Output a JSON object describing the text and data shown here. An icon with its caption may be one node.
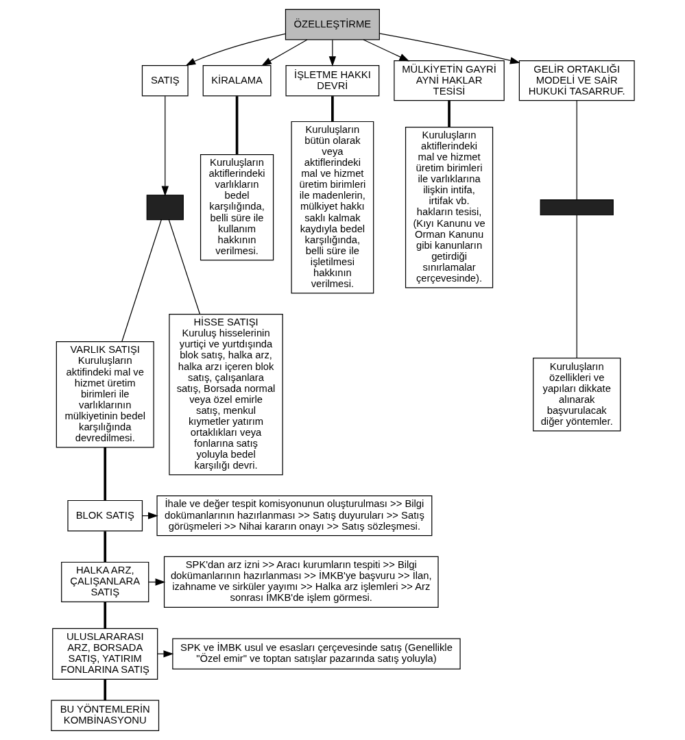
{
  "diagram": {
    "nodes": [
      {
        "text": [
          "ÖZELLEŞTİRME"
        ]
      },
      {
        "text": [
          "SATIŞ"
        ]
      },
      {
        "text": [
          "KİRALAMA"
        ]
      },
      {
        "text": [
          "İŞLETME HAKKI DEVRİ"
        ]
      },
      {
        "text": [
          "MÜLKİYETİN GAYRİ AYNİ HAKLAR TESİSİ"
        ]
      },
      {
        "text": [
          "GELİR ORTAKLIĞI MODELİ VE SAİR HUKUKİ TASARRUF."
        ]
      },
      {
        "text": [],
        "shape": "box"
      },
      {
        "text": [
          "VARLIK SATIŞI",
          "Kuruluşların aktifindeki mal ve hizmet üretim birimleri ile varlıklarının mülkiyetinin bedel karşılığında devredilmesi."
        ]
      },
      {
        "text": [
          "HİSSE SATIŞI",
          "Kuruluş hisselerinin yurtiçi ve yurtdışında blok satış, halka arz, halka arzı içeren blok satış, çalışanlara satış, Borsada normal veya özel emirle satış, menkul kıymetler yatırım ortaklıkları veya fonlarına satış yoluyla bedel karşılığı devri."
        ]
      },
      {
        "text": [
          "Kuruluşların aktiflerindeki varlıkların bedel karşılığında, belli süre ile kullanım hakkının verilmesi."
        ]
      },
      {
        "text": [
          "Kuruluşların bütün olarak veya aktiflerindeki mal ve hizmet üretim birimleri ile madenlerin, mülkiyet hakkı saklı kalmak kaydıyla bedel karşılığında, belli süre ile işletilmesi hakkının verilmesi."
        ]
      },
      {
        "text": [
          "Kuruluşların aktiflerindeki mal ve hizmet üretim birimleri ile varlıklarına ilişkin intifa, irtifak vb. hakların tesisi, (Kıyı Kanunu ve Orman Kanunu gibi kanunların getirdiği sınırlamalar çerçevesinde)."
        ]
      },
      {
        "text": [],
        "shape": "bar"
      },
      {
        "text": [
          "Kuruluşların özellikleri ve yapıları dikkate alınarak başvurulacak diğer yöntemler."
        ]
      },
      {
        "text": [
          "BLOK SATIŞ"
        ]
      },
      {
        "text": [
          "İhale ve değer tespit komisyonunun oluşturulması >> Bilgi dokümanlarının hazırlanması >> Satış duyuruları >> Satış görüşmeleri >> Nihai kararın onayı >> Satış sözleşmesi."
        ]
      },
      {
        "text": [
          "HALKA ARZ, ÇALIŞANLARA SATIŞ"
        ]
      },
      {
        "text": [
          "SPK'dan arz izni >> Aracı kurumların tespiti >> Bilgi dokümanlarının hazırlanması >> İMKB'ye başvuru >> İlan, izahname ve sirküler yayımı >> Halka arz işlemleri >> Arz sonrası İMKB'de işlem görmesi."
        ]
      },
      {
        "text": [
          "ULUSLARARASI ARZ, BORSADA SATIŞ, YATIRIM FONLARINA SATIŞ"
        ]
      },
      {
        "text": [
          "SPK ve İMBK usul ve esasları çerçevesinde satış (Genellikle \"Özel emir\" ve toptan satışlar pazarında satış yoluyla)"
        ]
      },
      {
        "text": [
          "BU YÖNTEMLERİN KOMBİNASYONU"
        ]
      }
    ],
    "edges": [
      {
        "from": 0,
        "to": 1,
        "arrow": "to"
      },
      {
        "from": 0,
        "to": 2,
        "arrow": "to"
      },
      {
        "from": 0,
        "to": 3,
        "arrow": "to"
      },
      {
        "from": 0,
        "to": 4,
        "arrow": "to"
      },
      {
        "from": 0,
        "to": 5,
        "arrow": "to"
      },
      {
        "from": 1,
        "to": 6,
        "arrow": "to"
      },
      {
        "from": 6,
        "to": 7,
        "arrow": "none"
      },
      {
        "from": 6,
        "to": 8,
        "arrow": "none"
      },
      {
        "from": 2,
        "to": 9,
        "arrow": "none",
        "style": "thick"
      },
      {
        "from": 3,
        "to": 10,
        "arrow": "none",
        "style": "thick"
      },
      {
        "from": 4,
        "to": 11,
        "arrow": "none",
        "style": "thick"
      },
      {
        "from": 5,
        "to": 12,
        "arrow": "none"
      },
      {
        "from": 12,
        "to": 13,
        "arrow": "none"
      },
      {
        "from": 7,
        "to": 14,
        "arrow": "none",
        "style": "thick"
      },
      {
        "from": 14,
        "to": 15,
        "arrow": "to"
      },
      {
        "from": 14,
        "to": 16,
        "arrow": "none",
        "style": "thick"
      },
      {
        "from": 16,
        "to": 17,
        "arrow": "to"
      },
      {
        "from": 16,
        "to": 18,
        "arrow": "none",
        "style": "thick"
      },
      {
        "from": 18,
        "to": 19,
        "arrow": "to"
      },
      {
        "from": 18,
        "to": 20,
        "arrow": "none",
        "style": "thick"
      }
    ]
  }
}
